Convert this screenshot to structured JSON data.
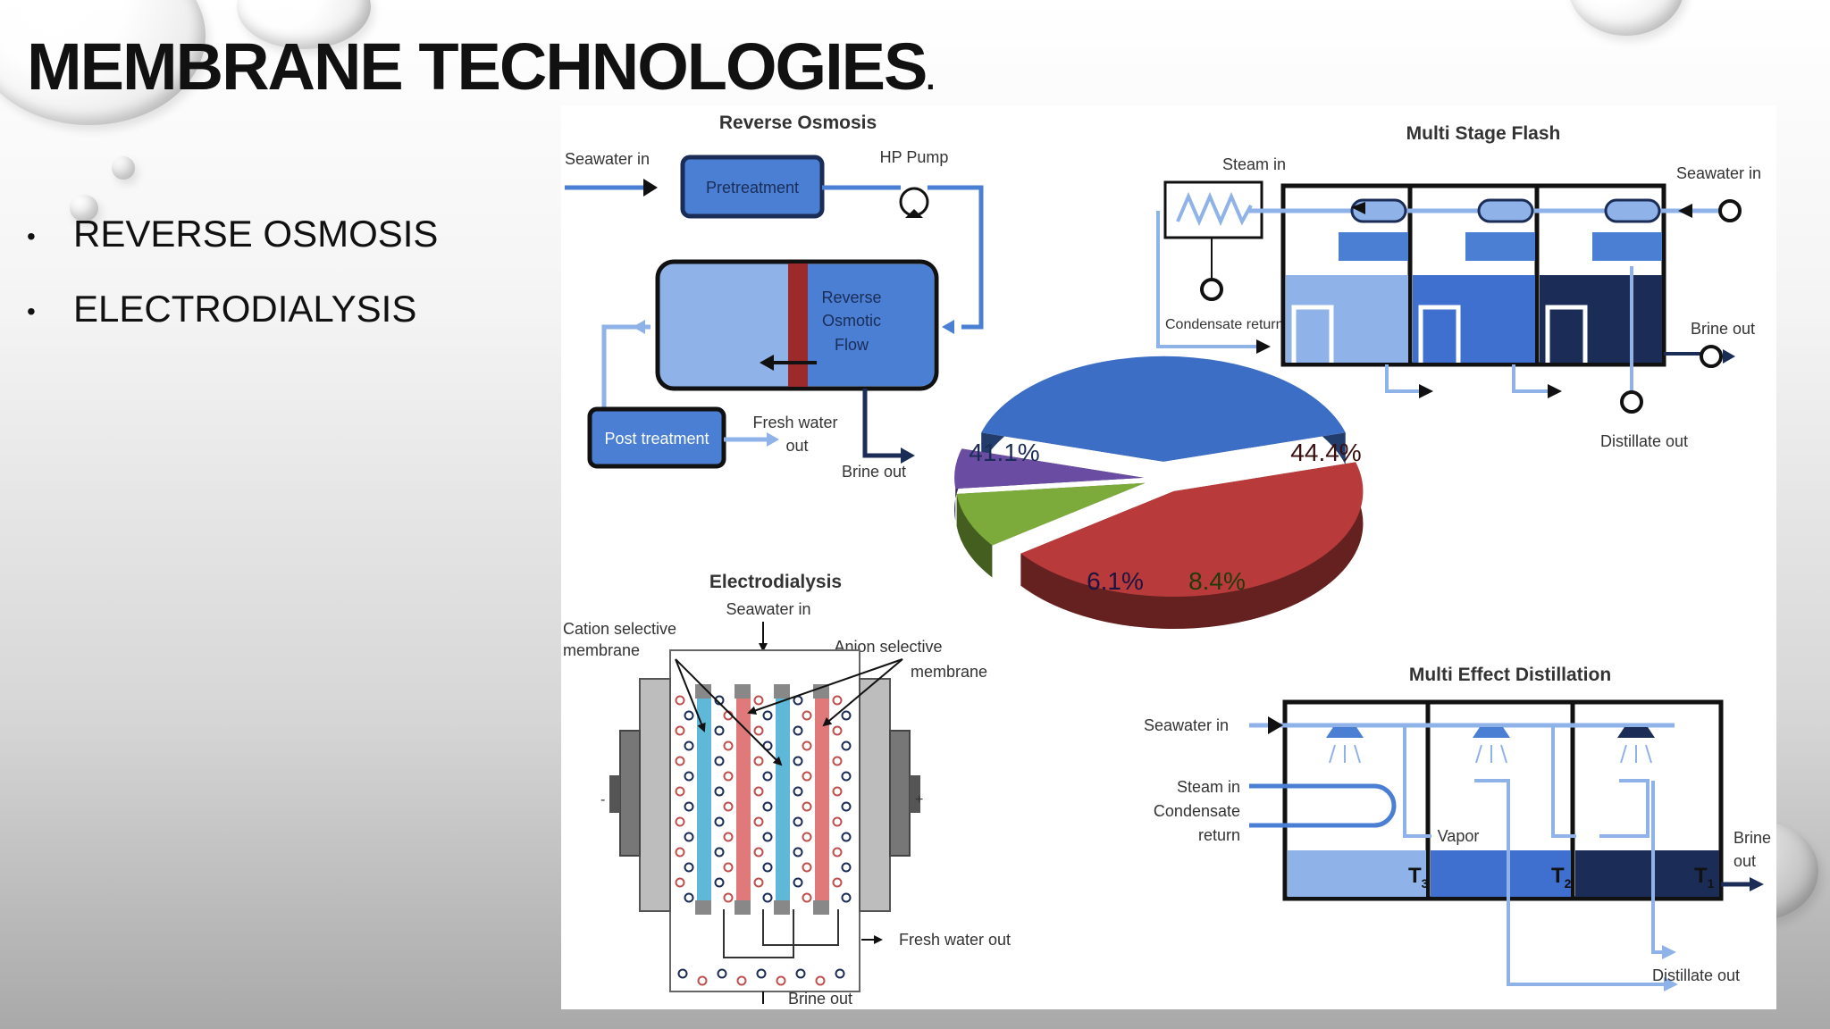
{
  "slide": {
    "title": "MEMBRANE TECHNOLOGIES",
    "title_period": ".",
    "bullets": [
      "REVERSE OSMOSIS",
      "ELECTRODIALYSIS"
    ],
    "bullet_symbol": "•"
  },
  "colors": {
    "ro_blue": "#4a7fd4",
    "dark_navy": "#1b2d57",
    "mid_blue": "#3f6fcf",
    "light_blue": "#8fb2e8",
    "pie_blue": "#3d6ec5",
    "pie_red": "#b83a3a",
    "pie_green": "#7cab3b",
    "pie_purple": "#6a4ca3",
    "membrane_cyan": "#5fb8d8",
    "membrane_pink": "#e07a7a"
  },
  "reverse_osmosis": {
    "title": "Reverse Osmosis",
    "seawater_in": "Seawater in",
    "hp_pump": "HP Pump",
    "pretreatment": "Pretreatment",
    "vessel_label": [
      "Reverse",
      "Osmotic",
      "Flow"
    ],
    "post_treatment": "Post treatment",
    "fresh_water_out": [
      "Fresh water",
      "out"
    ],
    "brine_out": "Brine out"
  },
  "multi_stage_flash": {
    "title": "Multi Stage Flash",
    "steam_in": "Steam in",
    "seawater_in": "Seawater in",
    "condensate_return": "Condensate return",
    "brine_out": "Brine  out",
    "distillate_out": "Distillate out"
  },
  "pie": {
    "slices": [
      {
        "label": "41.1%",
        "value": 41.1,
        "color": "#3d6ec5"
      },
      {
        "label": "44.4%",
        "value": 44.4,
        "color": "#b83a3a"
      },
      {
        "label": "8.4%",
        "value": 8.4,
        "color": "#7cab3b"
      },
      {
        "label": "6.1%",
        "value": 6.1,
        "color": "#6a4ca3"
      }
    ]
  },
  "electrodialysis": {
    "title": "Electrodialysis",
    "seawater_in": "Seawater in",
    "cation_label": [
      "Cation selective",
      "membrane"
    ],
    "anion_label": [
      "Anion selective",
      "membrane"
    ],
    "fresh_water_out": "Fresh water out",
    "brine_out": "Brine out",
    "minus": "-",
    "plus": "+"
  },
  "multi_effect": {
    "title": "Multi Effect Distillation",
    "seawater_in": "Seawater in",
    "steam_in": "Steam in",
    "condensate": "Condensate",
    "return": "return",
    "vapor": "Vapor",
    "t3": "T",
    "t3_sub": "3",
    "t2": "T",
    "t2_sub": "2",
    "t1": "T",
    "t1_sub": "1",
    "brine": "Brine",
    "out": "out",
    "distillate_out": "Distillate out"
  }
}
